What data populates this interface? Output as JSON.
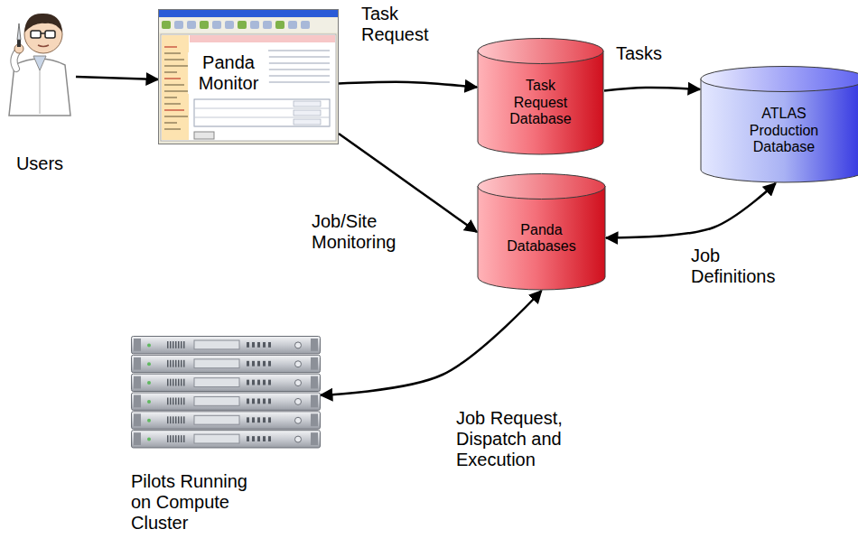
{
  "diagram": {
    "nodes": [
      {
        "text": [
          "Users"
        ]
      },
      {
        "text": [
          "Panda Monitor"
        ]
      },
      {
        "text": [
          "Task Request Database"
        ]
      },
      {
        "text": [
          "ATLAS Production Database"
        ]
      },
      {
        "text": [
          "Panda Databases"
        ]
      },
      {
        "text": [
          "Pilots Running on Compute Cluster"
        ]
      }
    ],
    "edges": [
      {
        "from": 0,
        "to": 1,
        "arrow": "to"
      },
      {
        "from": 1,
        "to": 2,
        "label": "Task Request",
        "arrow": "to"
      },
      {
        "from": 2,
        "to": 3,
        "label": "Tasks",
        "arrow": "to"
      },
      {
        "from": 1,
        "to": 4,
        "label": "Job/Site Monitoring",
        "arrow": "to"
      },
      {
        "from": 3,
        "to": 4,
        "label": "Job Definitions",
        "arrow": "both"
      },
      {
        "from": 4,
        "to": 5,
        "label": "Job Request, Dispatch and Execution",
        "arrow": "both"
      }
    ]
  }
}
